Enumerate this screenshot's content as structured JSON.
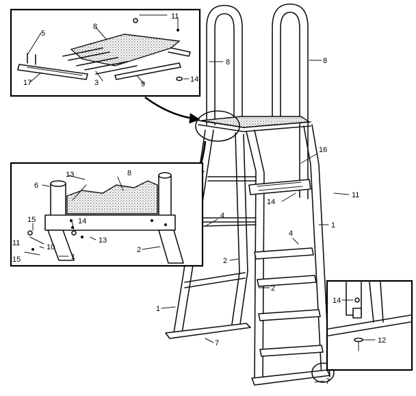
{
  "callouts": {
    "c_8_top_inset": "8",
    "c_11_top_inset": "11",
    "c_5": "5",
    "c_17": "17",
    "c_3": "3",
    "c_9": "9",
    "c_14_top_inset": "14",
    "c_8_left_rail": "8",
    "c_8_right_rail": "8",
    "c_16": "16",
    "c_11_main": "11",
    "c_14_main": "14",
    "c_1_right": "1",
    "c_4_left": "4",
    "c_4_right": "4",
    "c_2_mid": "2",
    "c_2_center": "2",
    "c_1_left": "1",
    "c_7_left": "7",
    "c_7_right": "7",
    "c_13_top": "13",
    "c_8_mid_inset": "8",
    "c_6": "6",
    "c_15_a": "15",
    "c_14_mid_inset": "14",
    "c_11_mid_inset": "11",
    "c_10": "10",
    "c_13_bottom": "13",
    "c_15_b": "15",
    "c_1_mid_inset": "1",
    "c_2_mid_inset": "2",
    "c_14_br_inset": "14",
    "c_12": "12"
  }
}
